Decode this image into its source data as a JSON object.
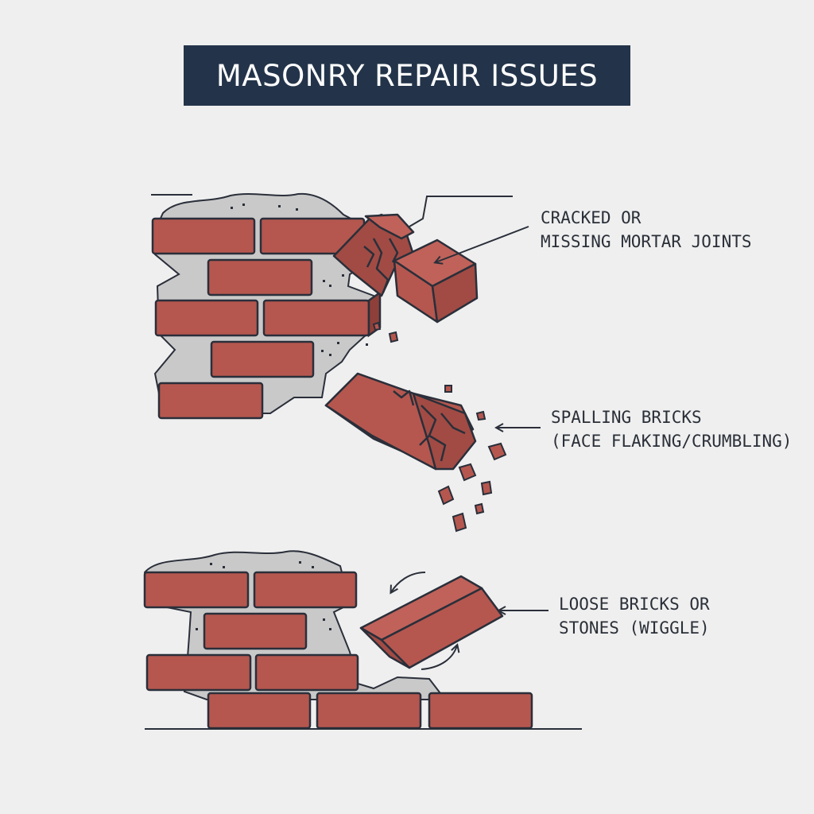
{
  "title": "MASONRY REPAIR ISSUES",
  "colors": {
    "brick": "#b5574f",
    "outline": "#2a2f3a",
    "mortar": "#c9c9c9",
    "title_bg": "#23344a",
    "background": "#efefef"
  },
  "callouts": [
    {
      "line1": "CRACKED OR",
      "line2": "MISSING MORTAR JOINTS"
    },
    {
      "line1": "SPALLING BRICKS",
      "line2": "(FACE FLAKING/CRUMBLING)"
    },
    {
      "line1": "LOOSE BRICKS OR",
      "line2": "STONES (WIGGLE)"
    }
  ]
}
